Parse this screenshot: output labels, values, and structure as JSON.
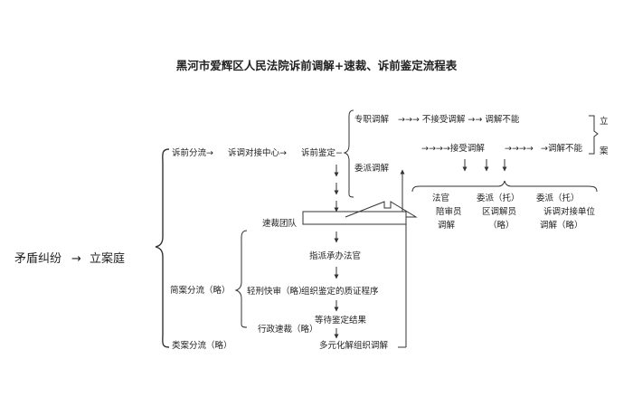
{
  "title": "黑河市爱辉区人民法院诉前调解+速裁、诉前鉴定流程表",
  "nodes": {
    "conflict": "矛盾纠纷",
    "arrow_main": "→",
    "filing": "立案庭",
    "pre_suit_diversion": "诉前分流→",
    "mediation_center": "诉调对接中心→",
    "pre_suit_appraisal": "诉前鉴定−",
    "full_time_mediation": "专职调解",
    "not_accept_top": "→→→ 不接受调解 →→ 调解不能",
    "arrows_top": "→→→",
    "accept_mediation": "→→→→接受调解",
    "arrows_mid": "→→→→",
    "cannot_mediate_mid": "→调解不能",
    "entrusted_mediation": "委派调解",
    "file_case_1": "立",
    "file_case_2": "案",
    "judge_assessors": "法官\n陪审员\n调解",
    "entrusted_district": "委派（托）\n区调解员\n（略）",
    "entrusted_unit": "委派（托）\n诉调对接单位\n调解（略）",
    "summary_team": "速裁团队",
    "assign_judge": "指派承办法官",
    "simple_case_diversion": "简案分流（略）",
    "minor_criminal": "轻刑快审（略）",
    "appraisal_process": "组织鉴定的质证程序",
    "await_result": "等待鉴定结果",
    "admin_summary": "行政速裁（略）",
    "class_case_diversion": "类案分流（略）",
    "diversified": "多元化解组织调解"
  }
}
